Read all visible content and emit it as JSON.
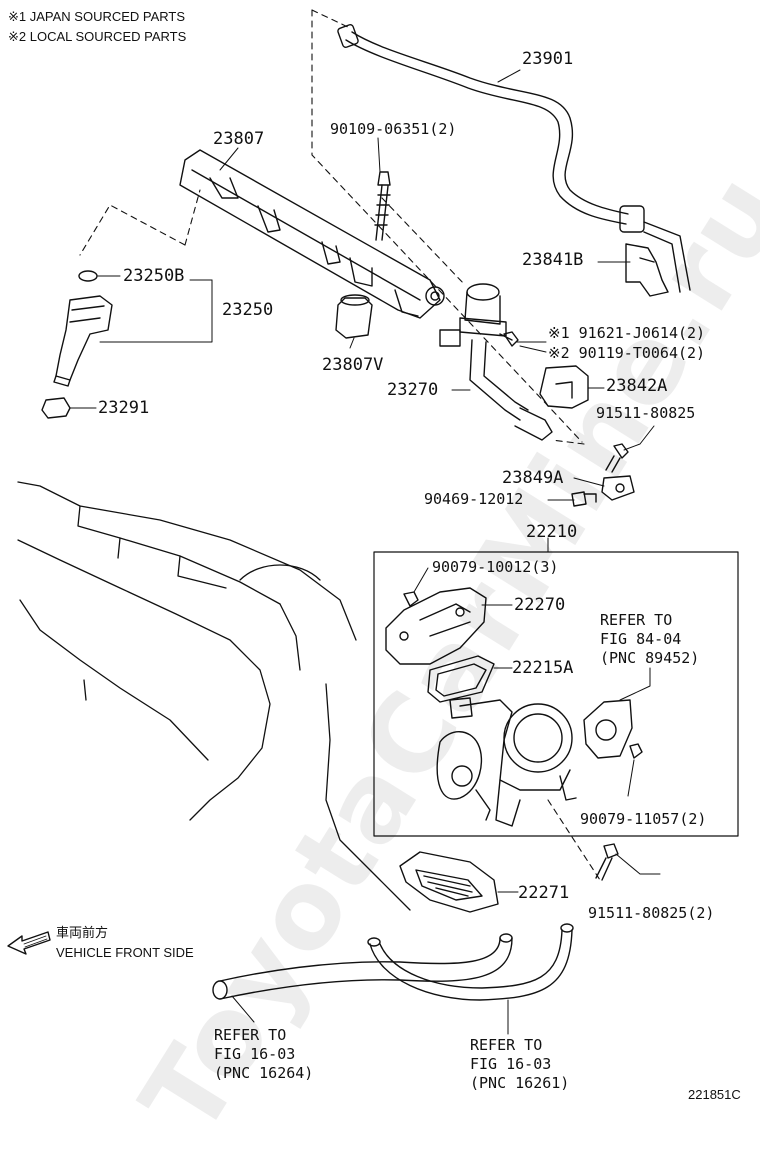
{
  "notes": {
    "japan": "※1 JAPAN SOURCED PARTS",
    "local": "※2 LOCAL SOURCED PARTS"
  },
  "watermark": "ToyotaCarMine.ru",
  "parts": {
    "p23901": "23901",
    "p23807": "23807",
    "p90109": "90109-06351(2)",
    "p23841B": "23841B",
    "p23250B": "23250B",
    "p23250": "23250",
    "p23807V": "23807V",
    "p91621": "※1 91621-J0614(2)",
    "p90119": "※2 90119-T0064(2)",
    "p23270": "23270",
    "p23842A": "23842A",
    "p23291": "23291",
    "p91511a": "91511-80825",
    "p23849A": "23849A",
    "p90469": "90469-12012",
    "p22210": "22210",
    "p90079a": "90079-10012(3)",
    "p22270": "22270",
    "p22215A": "22215A",
    "p90079b": "90079-11057(2)",
    "p22271": "22271",
    "p91511b": "91511-80825(2)"
  },
  "refs": {
    "fig84": "REFER TO\nFIG 84-04\n(PNC 89452)",
    "fig16a": "REFER TO\nFIG 16-03\n(PNC 16264)",
    "fig16b": "REFER TO\nFIG 16-03\n(PNC 16261)"
  },
  "front": {
    "jp": "車両前方",
    "en": "VEHICLE FRONT SIDE"
  },
  "figure_id": "221851C"
}
